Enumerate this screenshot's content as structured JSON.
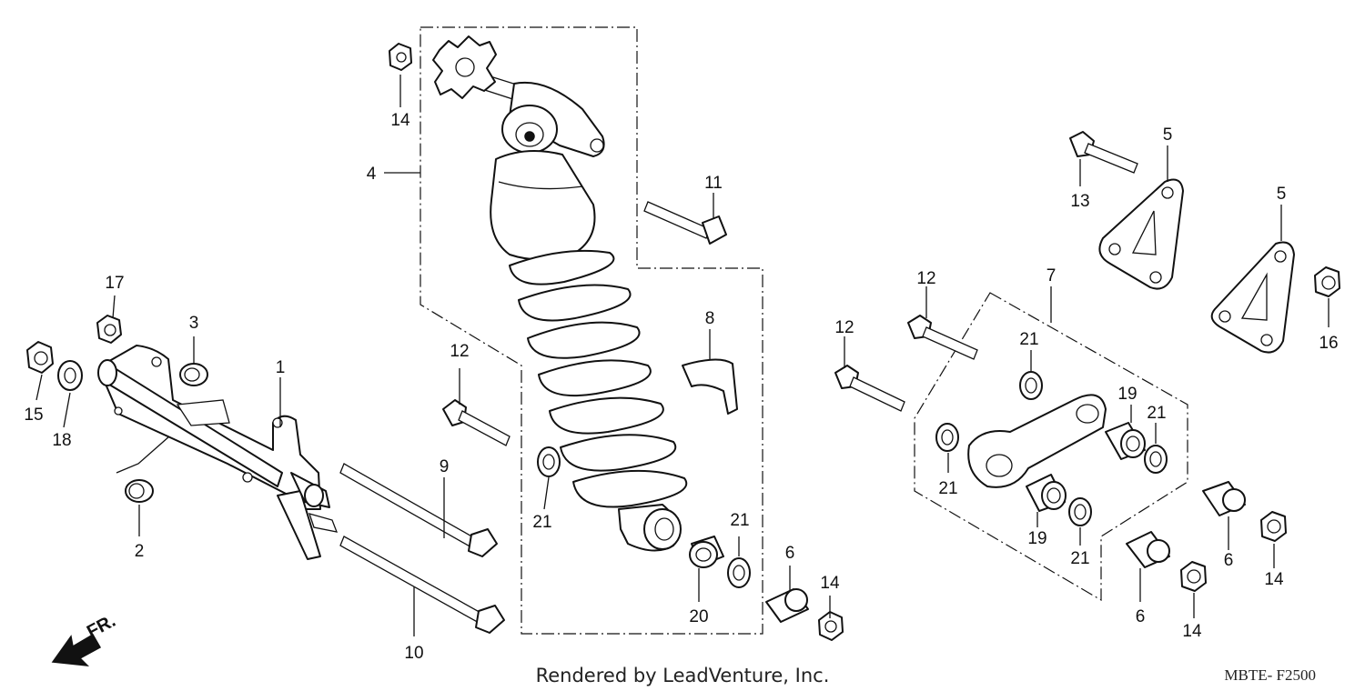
{
  "diagram": {
    "credit": "Rendered by LeadVenture, Inc.",
    "code": "MBTE- F2500",
    "direction_label": "FR."
  },
  "callouts": {
    "c1": "1",
    "c2": "2",
    "c3": "3",
    "c4": "4",
    "c5a": "5",
    "c5b": "5",
    "c6a": "6",
    "c6b": "6",
    "c6c": "6",
    "c7": "7",
    "c8": "8",
    "c9": "9",
    "c10": "10",
    "c11": "11",
    "c12a": "12",
    "c12b": "12",
    "c12c": "12",
    "c13": "13",
    "c14a": "14",
    "c14b": "14",
    "c14c": "14",
    "c14d": "14",
    "c15": "15",
    "c16": "16",
    "c17": "17",
    "c18": "18",
    "c19a": "19",
    "c19b": "19",
    "c20": "20",
    "c21a": "21",
    "c21b": "21",
    "c21c": "21",
    "c21d": "21",
    "c21e": "21",
    "c21f": "21"
  }
}
